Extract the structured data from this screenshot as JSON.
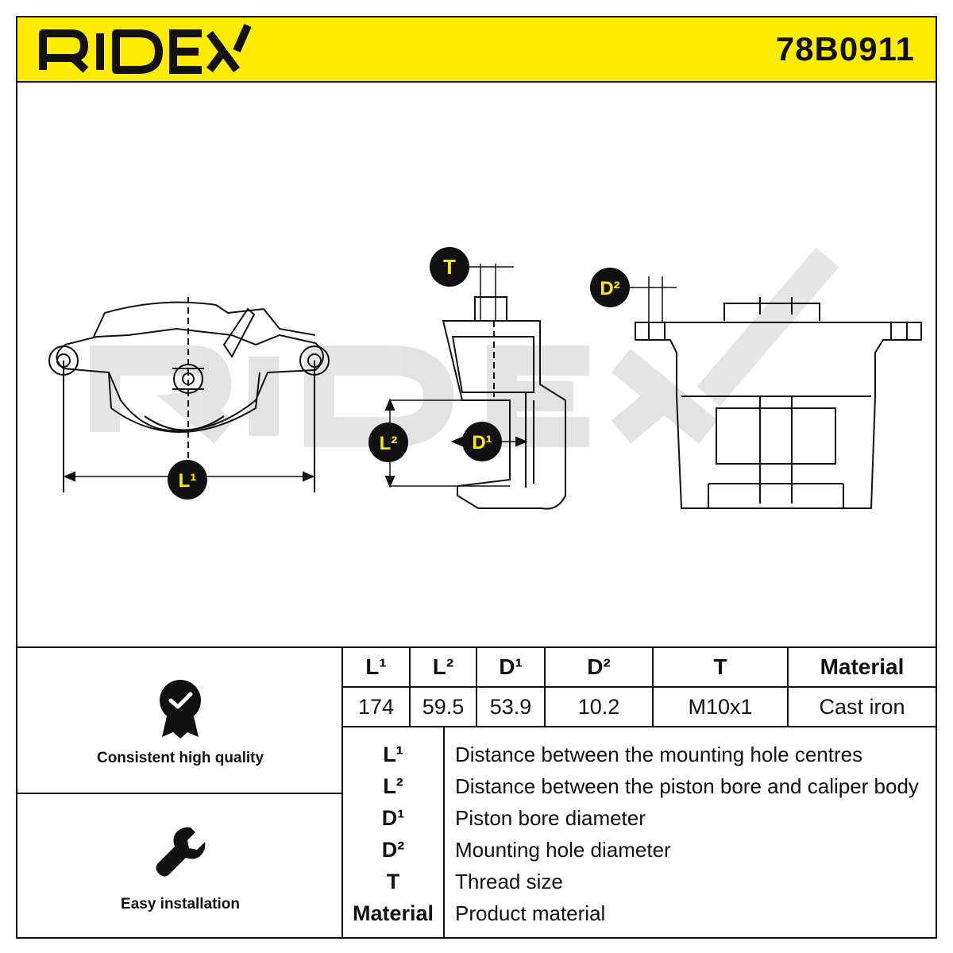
{
  "header": {
    "brand": "RIDEX",
    "part_number": "78B0911",
    "accent_color": "#ffed00"
  },
  "drawing": {
    "watermark": "RIDEX",
    "callouts": {
      "t": "T",
      "d2": "D²",
      "l2": "L²",
      "d1": "D¹",
      "l1": "L¹"
    }
  },
  "features": [
    {
      "icon": "quality-badge-icon",
      "label": "Consistent high quality"
    },
    {
      "icon": "wrench-icon",
      "label": "Easy installation"
    }
  ],
  "spec_table": {
    "headers": [
      "L¹",
      "L²",
      "D¹",
      "D²",
      "T",
      "Material"
    ],
    "values": [
      "174",
      "59.5",
      "53.9",
      "10.2",
      "M10x1",
      "Cast iron"
    ]
  },
  "legend": [
    {
      "key": "L¹",
      "text": "Distance between the mounting hole centres"
    },
    {
      "key": "L²",
      "text": "Distance between the piston bore and caliper body"
    },
    {
      "key": "D¹",
      "text": "Piston bore diameter"
    },
    {
      "key": "D²",
      "text": "Mounting hole diameter"
    },
    {
      "key": "T",
      "text": "Thread size"
    },
    {
      "key": "Material",
      "text": "Product material"
    }
  ]
}
